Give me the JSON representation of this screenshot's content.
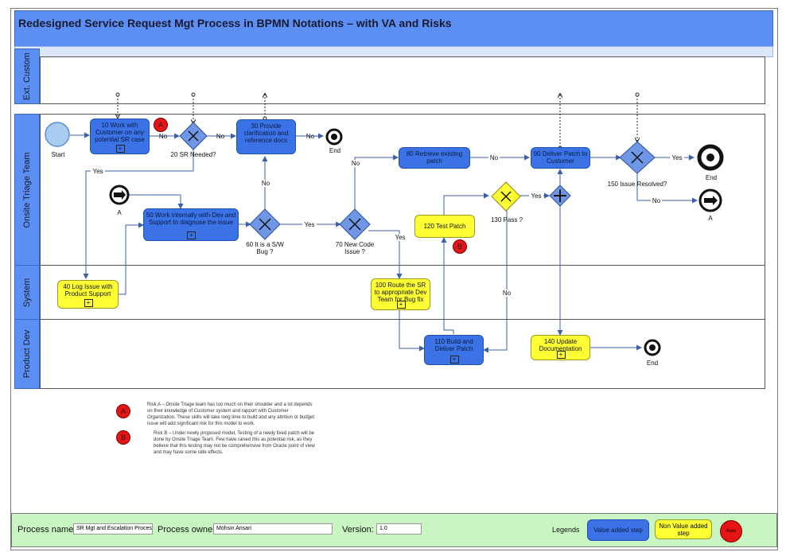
{
  "title": "Redesigned Service Request Mgt Process in BPMN Notations – with VA and Risks",
  "lanes": [
    "Ext. Custom",
    "Onsite Triage Team",
    "System",
    "Product Dev"
  ],
  "events": {
    "start": "Start",
    "end1": "End",
    "end2": "End",
    "end3": "End",
    "link_a_in": "A",
    "link_a_out": "A"
  },
  "tasks": {
    "t10": "10 Work with Customer on any potential SR case",
    "t30": "30 Provide clarification and reference docs",
    "t40": "40 Log Issue with Product Support",
    "t50": "50 Work internally with Dev and Support to diagnose the issue",
    "t80": "80 Retrieve existing patch",
    "t90": "90 Deliver Patch to Customer",
    "t100": "100 Route the SR to appropriate Dev Team for Bug fix",
    "t110": "110 Build and Deliver Patch",
    "t120": "120 Test Patch",
    "t140": "140 Update Documentation"
  },
  "gateways": {
    "g20": "20 SR Needed?",
    "g60": "60 It is a S/W Bug ?",
    "g70": "70 New Code Issue ?",
    "g130": "130 Pass ?",
    "g150": "150 Issue Resolved?"
  },
  "flow_labels": {
    "no_10": "No",
    "no_20": "No",
    "no_30": "No",
    "yes_20": "Yes",
    "no_60": "No",
    "yes_60": "Yes",
    "no_70": "No",
    "yes_70": "Yes",
    "no_80": "No",
    "yes_130": "Yes",
    "no_130": "No",
    "yes_150": "Yes",
    "no_150": "No"
  },
  "risks": {
    "a_badge": "A",
    "b_badge": "B",
    "a_text": "Risk A – Onsite Triage team has too much on their shoulder and a lot depends on their knowledge of Customer system and rapport with Customer Organization. These skills will take long time to build and any attrition or budget issue will add significant risk for this model to work.",
    "b_text": "Risk B – Under newly proposed model, Testing of a newly fixed patch will be done by Onsite Triage Team. Few have raised this as potential risk, as they believe that this testing may not be comprehensive from Oracle point of view and may have some side effects."
  },
  "footer": {
    "process_name_label": "Process name:",
    "process_name_value": "SR Mgt and Escalation Process",
    "process_owner_label": "Process owner:",
    "process_owner_value": "Mohsin Ansari",
    "version_label": "Version:",
    "version_value": "1.0",
    "legends_label": "Legends",
    "legend_va": "Value added step",
    "legend_nva": "Non Value added step",
    "legend_risk": "Risks"
  },
  "colors": {
    "header": "#5b8ff3",
    "va_task": "#3b73e6",
    "nva_task": "#ffff33",
    "risk": "#e51515",
    "footer": "#c8f5c2"
  }
}
